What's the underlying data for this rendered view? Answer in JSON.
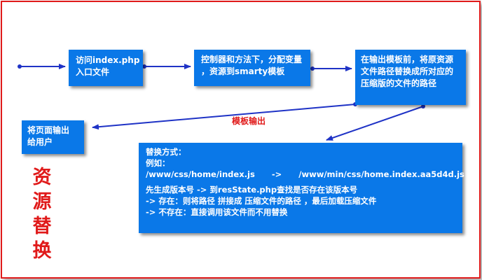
{
  "boxes": {
    "entry": {
      "lines": [
        "访问index.php",
        "入口文件"
      ]
    },
    "controller": {
      "lines": [
        "控制器和方法下，分配变量",
        "，资源到smarty模板"
      ]
    },
    "replace_before_output": {
      "lines": [
        "在输出模板前，将原资源",
        "文件路径替换成所对应的",
        "压缩版的文件的路径"
      ]
    },
    "output_to_user": {
      "lines": [
        "将页面输出",
        "给用户"
      ]
    },
    "replace_method": {
      "title": "替换方式：",
      "example_label": "例如：",
      "path_from": "/www/css/home/index.js",
      "arrow": "->",
      "path_to": "/www/min/css/home.index.aa5d4d.js",
      "steps": [
        "先生成版本号 -> 到resState.php查找是否存在该版本号",
        " -> 存在：则将路径 拼接成 压缩文件的路径 ，最后加载压缩文件",
        " -> 不存在：直接调用该文件而不用替换"
      ]
    }
  },
  "labels": {
    "template_output": "模板输出"
  },
  "side_title": [
    "资",
    "源",
    "替",
    "换"
  ],
  "colors": {
    "box_fill": "#0a78e8",
    "arrow": "#1f33c6",
    "accent_red": "#e01a1a"
  }
}
